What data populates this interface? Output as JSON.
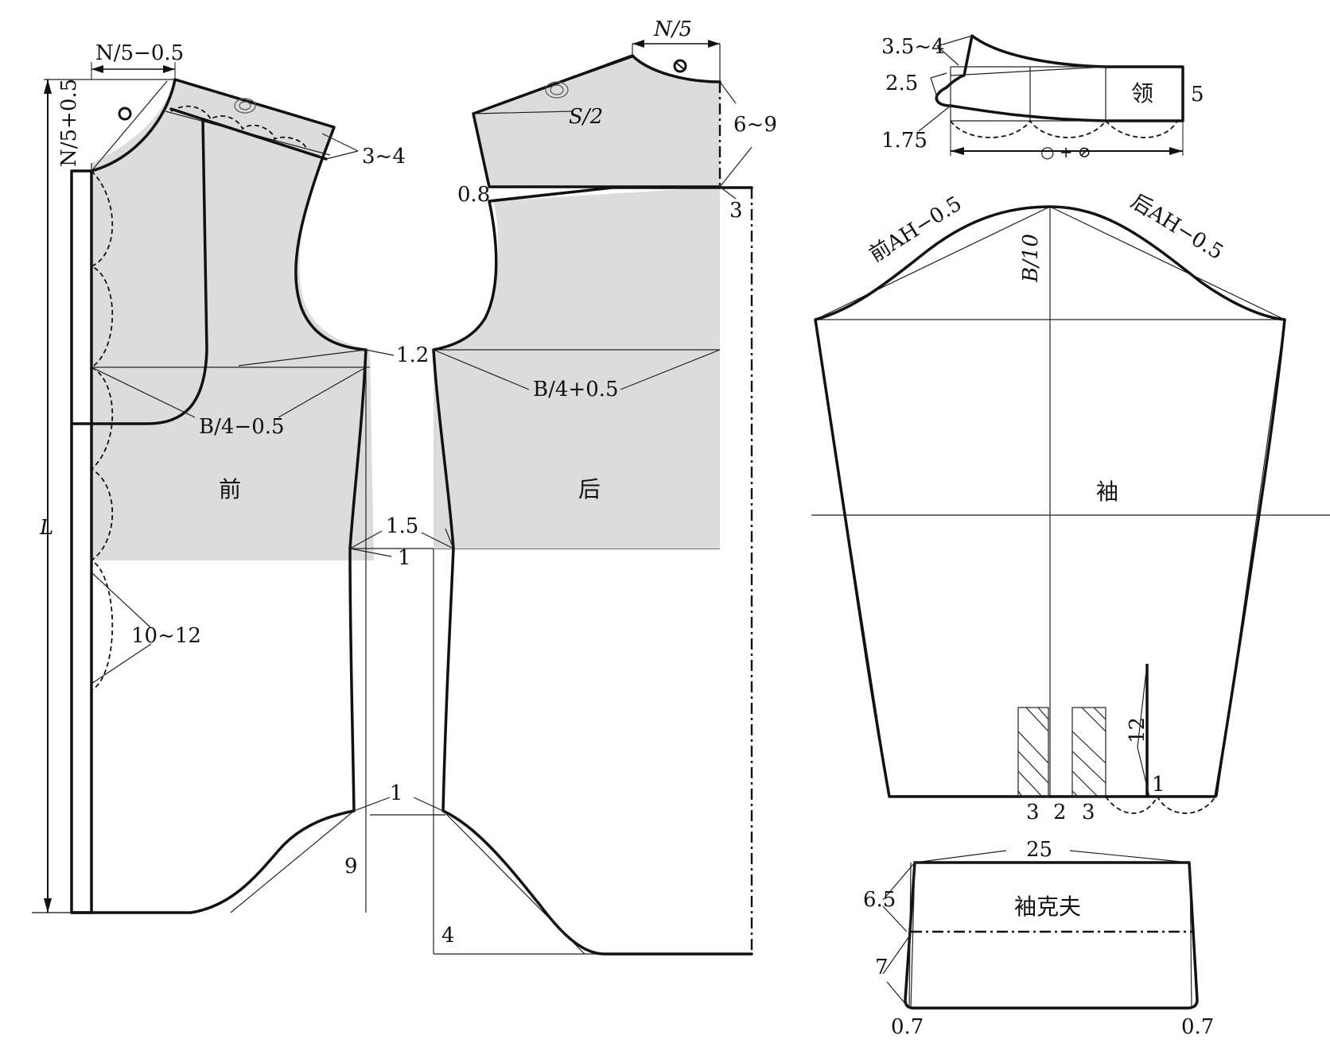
{
  "pieces": {
    "front": "前",
    "back": "后",
    "sleeve": "袖",
    "collar": "领",
    "cuff": "袖克夫"
  },
  "front_dims": {
    "neck_width": "N/5−0.5",
    "neck_depth": "N/5+0.5",
    "shoulder_drop": "3~4",
    "chest": "B/4−0.5",
    "armhole_raise": "1.2",
    "waist_in": "1.5",
    "waist_down": "1",
    "hem_in": "1",
    "hem_curve": "9",
    "length": "L",
    "scallop": "10~12"
  },
  "back_dims": {
    "neck_width": "N/5",
    "shoulder": "S/2",
    "shoulder_drop": "6~9",
    "yoke_offset": "0.8",
    "yoke_depth": "3",
    "chest": "B/4+0.5",
    "hem_drop": "4"
  },
  "collar_dims": {
    "point_rise": "3.5~4",
    "front_height": "2.5",
    "band_offset": "1.75",
    "height": "5",
    "length": "○ + ⊘"
  },
  "sleeve_dims": {
    "front_cap": "前AH−0.5",
    "back_cap": "后AH−0.5",
    "cap_height": "B/10",
    "pleat_a": "3",
    "pleat_gap": "2",
    "pleat_b": "3",
    "placket": "12",
    "placket_offset": "1"
  },
  "cuff_dims": {
    "length": "25",
    "height_top": "6.5",
    "height_bottom": "7",
    "corner_left": "0.7",
    "corner_right": "0.7"
  }
}
